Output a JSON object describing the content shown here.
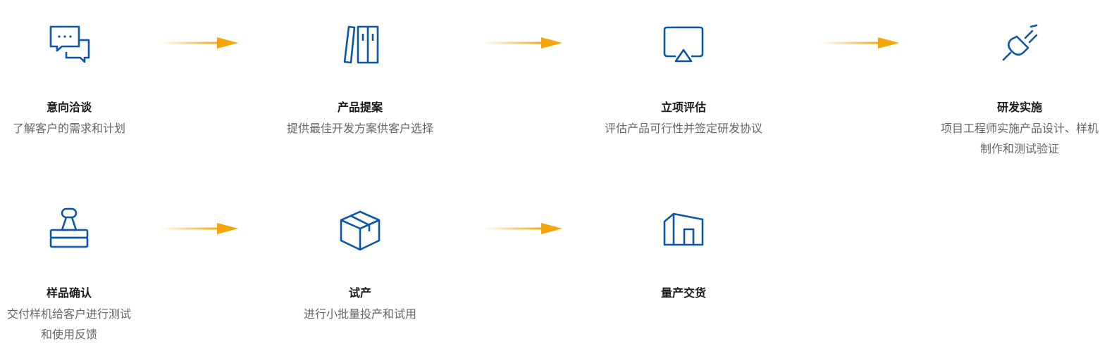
{
  "colors": {
    "icon_blue": "#0a57a6",
    "arrow_orange": "#f2a60c",
    "title_text": "#1b1b1b",
    "desc_text": "#666666"
  },
  "steps": [
    {
      "title": "意向洽谈",
      "desc_lines": [
        "了解客户的需求和计划"
      ],
      "icon": "chat-bubbles-icon"
    },
    {
      "title": "产品提案",
      "desc_lines": [
        "提供最佳开发方案供客户选择"
      ],
      "icon": "binders-icon"
    },
    {
      "title": "立项评估",
      "desc_lines": [
        "评估产品可行性并签定研发协议"
      ],
      "icon": "screen-cast-icon"
    },
    {
      "title": "研发实施",
      "desc_lines": [
        "项目工程师实施产品设计、样机",
        "制作和测试验证"
      ],
      "icon": "plug-icon"
    },
    {
      "title": "样品确认",
      "desc_lines": [
        "交付样机给客户进行测试",
        "和使用反馈"
      ],
      "icon": "stamp-icon"
    },
    {
      "title": "试产",
      "desc_lines": [
        "进行小批量投产和试用"
      ],
      "icon": "box-icon"
    },
    {
      "title": "量产交货",
      "desc_lines": [],
      "icon": "factory-icon"
    }
  ]
}
